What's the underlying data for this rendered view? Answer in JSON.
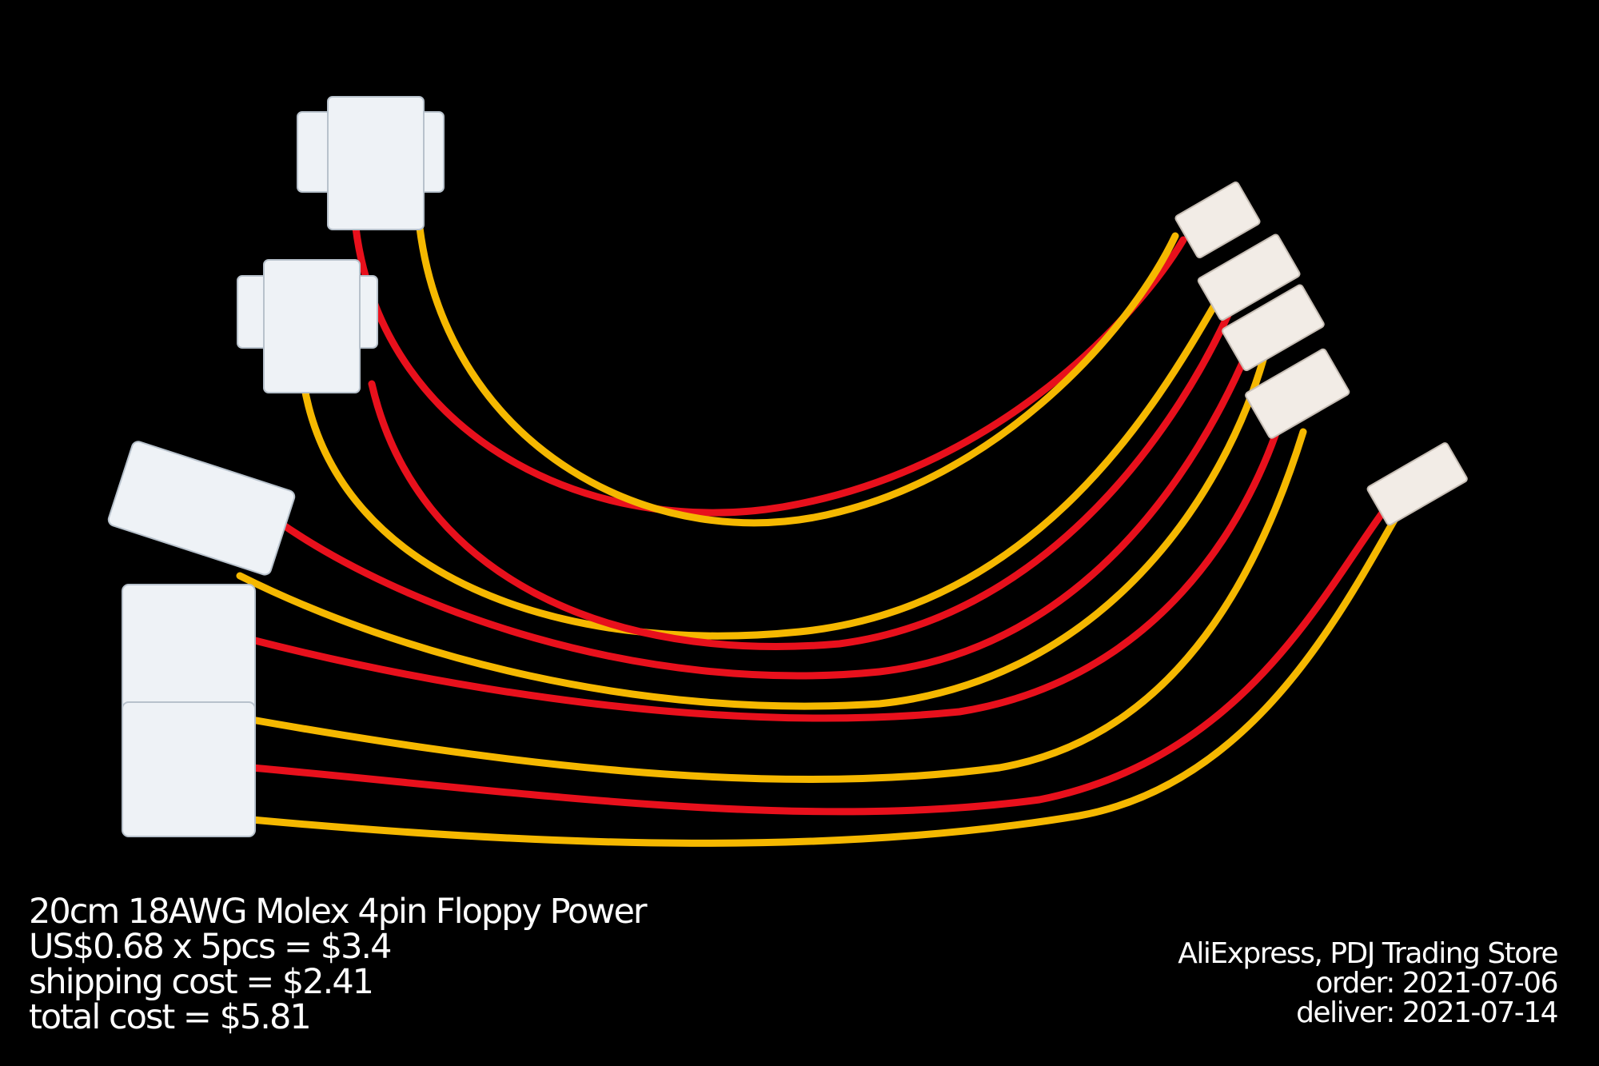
{
  "caption": {
    "product": "20cm 18AWG Molex 4pin Floppy Power",
    "unit_price": "US$0.68 x 5pcs = $3.4",
    "shipping": "shipping cost = $2.41",
    "total": "total cost = $5.81"
  },
  "store_info": {
    "store": "AliExpress,  PDJ Trading Store",
    "order": "order: 2021-07-06",
    "deliver": "deliver: 2021-07-14"
  },
  "colors": {
    "red_wire": "#e8101c",
    "yellow_wire": "#f5b800",
    "black_wire": "#111111",
    "connector": "#eef2f6"
  }
}
